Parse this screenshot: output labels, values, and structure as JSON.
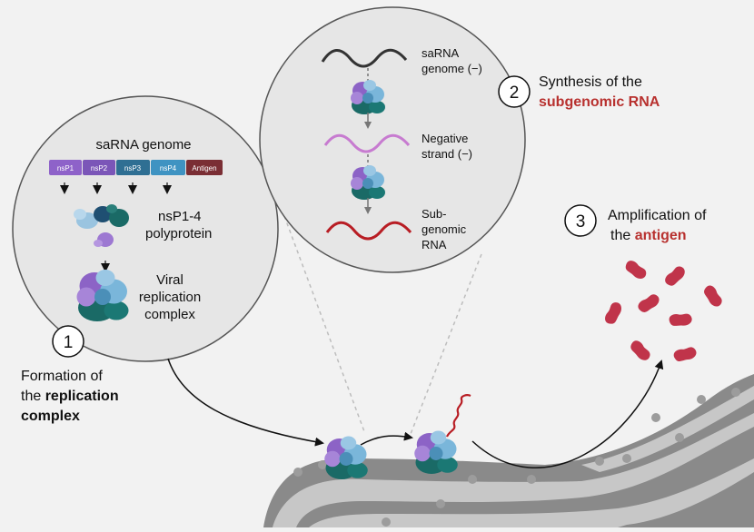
{
  "panel1": {
    "genome_title": "saRNA genome",
    "segments": [
      {
        "label": "nsP1",
        "color": "#8e62c9"
      },
      {
        "label": "nsP2",
        "color": "#7b56b8"
      },
      {
        "label": "nsP3",
        "color": "#2f6f93"
      },
      {
        "label": "nsP4",
        "color": "#3f93c2"
      },
      {
        "label": "Antigen",
        "color": "#7a2e34"
      }
    ],
    "polyprotein_line1": "nsP1-4",
    "polyprotein_line2": "polyprotein",
    "complex_line1": "Viral",
    "complex_line2": "replication",
    "complex_line3": "complex"
  },
  "panel2": {
    "genome_line1": "saRNA",
    "genome_line2": "genome (−)",
    "negative_line1": "Negative",
    "negative_line2": "strand (−)",
    "sub_line1": "Sub-",
    "sub_line2": "genomic",
    "sub_line3": "RNA"
  },
  "steps": {
    "step1_number": "1",
    "step1_line1": "Formation of",
    "step1_line2_prefix": "the ",
    "step1_line2_bold": "replication",
    "step1_line3_bold": "complex",
    "step2_number": "2",
    "step2_line1": "Synthesis of the",
    "step2_line2_bold": "subgenomic RNA",
    "step3_number": "3",
    "step3_line1": "Amplification of",
    "step3_line2_prefix": "the ",
    "step3_line2_bold": "antigen"
  },
  "colors": {
    "antigen": "#c0344a",
    "accent_text": "#b8312f",
    "genome_rna": "#333333",
    "negative_strand": "#c77bd0",
    "subgenomic_rna": "#b81d24",
    "er_membrane": "#6b6b6b"
  }
}
